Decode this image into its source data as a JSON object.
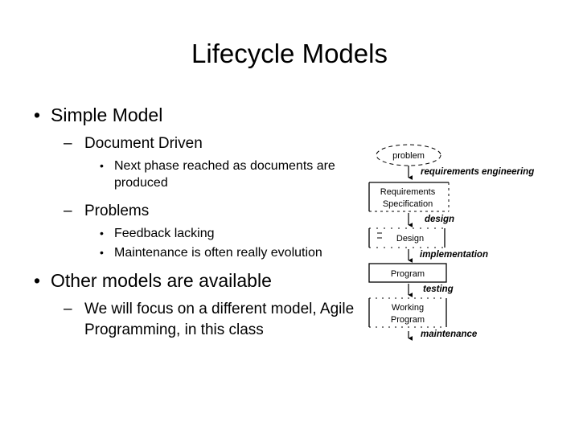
{
  "slide": {
    "title": "Lifecycle Models",
    "background_color": "#ffffff",
    "text_color": "#000000"
  },
  "bullets": {
    "b1": {
      "marker": "•",
      "text": "Simple Model"
    },
    "b2": {
      "marker": "–",
      "text": "Document Driven"
    },
    "b3": {
      "marker": "•",
      "text": "Next phase reached as documents are produced"
    },
    "b4": {
      "marker": "–",
      "text": "Problems"
    },
    "b5": {
      "marker": "•",
      "text": "Feedback lacking"
    },
    "b6": {
      "marker": "•",
      "text": "Maintenance is often really evolution"
    },
    "b7": {
      "marker": "•",
      "text": "Other models are available"
    },
    "b8": {
      "marker": "–",
      "text": "We will focus on a different model, Agile Programming, in this class"
    }
  },
  "diagram": {
    "title": "waterfall-lifecycle",
    "nodes": [
      {
        "id": "problem",
        "shape": "ellipse",
        "label": "problem"
      },
      {
        "id": "requirements",
        "shape": "box",
        "label_line1": "Requirements",
        "label_line2": "Specification"
      },
      {
        "id": "design",
        "shape": "box",
        "label": "Design"
      },
      {
        "id": "program",
        "shape": "box",
        "label": "Program"
      },
      {
        "id": "working",
        "shape": "box",
        "label_line1": "Working",
        "label_line2": "Program"
      }
    ],
    "edges": [
      {
        "from": "problem",
        "to": "requirements",
        "label": "requirements engineering"
      },
      {
        "from": "requirements",
        "to": "design",
        "label": "design"
      },
      {
        "from": "design",
        "to": "program",
        "label": "implementation"
      },
      {
        "from": "program",
        "to": "working",
        "label": "testing"
      },
      {
        "from": "working",
        "to": "",
        "label": "maintenance"
      }
    ]
  }
}
